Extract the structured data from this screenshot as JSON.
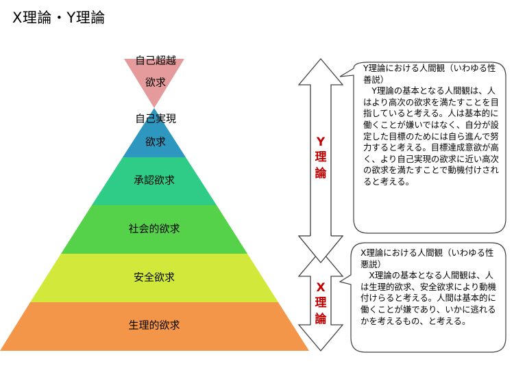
{
  "page_title": "X理論・Y理論",
  "pyramid": {
    "levels": [
      {
        "id": "self-transcendence",
        "line1": "自己超越",
        "line2": "欲求",
        "color": "#e59b9b"
      },
      {
        "id": "self-actualization",
        "line1": "自己実現",
        "line2": "欲求",
        "color": "#2e97bf"
      },
      {
        "id": "esteem",
        "line1": "承認欲求",
        "color": "#2fcc88"
      },
      {
        "id": "social",
        "line1": "社会的欲求",
        "color": "#55d14a"
      },
      {
        "id": "safety",
        "line1": "安全欲求",
        "color": "#d2e83a"
      },
      {
        "id": "physiological",
        "line1": "生理的欲求",
        "color": "#f4964a"
      }
    ]
  },
  "theories": {
    "y": {
      "label_top": "Y",
      "label_bottom": "理論",
      "title": "Y理論における人間観（いわゆる性善説）",
      "body": "Y理論の基本となる人間観は、人はより高次の欲求を満たすことを目指していると考える。人は基本的に働くことが嫌いではなく、自分が設定した目標のためには自ら進んで努力すると考える。目標達成意欲が高く、より自己実現の欲求に近い高次の欲求を満たすことで動機付けされると考える。"
    },
    "x": {
      "label_top": "X",
      "label_bottom": "理論",
      "title": "X理論における人間観（いわゆる性悪説）",
      "body": "X理論の基本となる人間観は、人は生理的欲求、安全欲求により動機付けらると考える。人間は基本的に働くことが嫌であり、いかに逃れるかを考えるもの、と考える。"
    }
  }
}
